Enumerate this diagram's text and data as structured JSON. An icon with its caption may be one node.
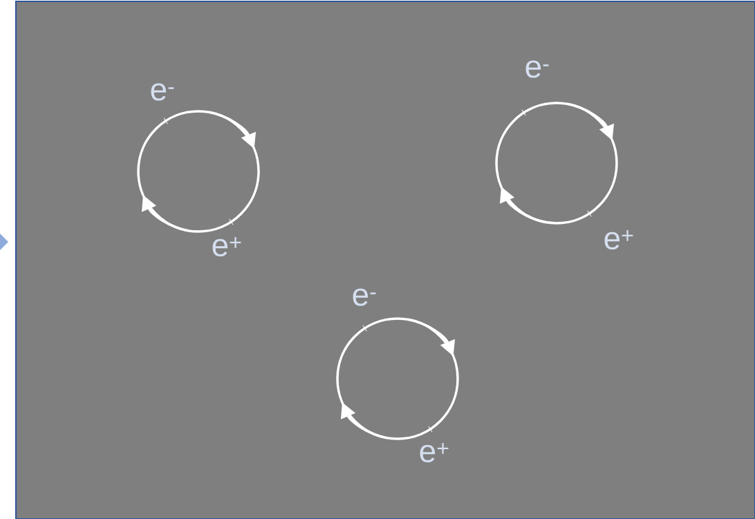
{
  "diagram": {
    "labels": [
      "e$^{-}$",
      "e$^{+}$",
      "e$^{-}$",
      "e$^{+}$",
      "e$^{-}$",
      "e$^{+}$"
    ]
  }
}
